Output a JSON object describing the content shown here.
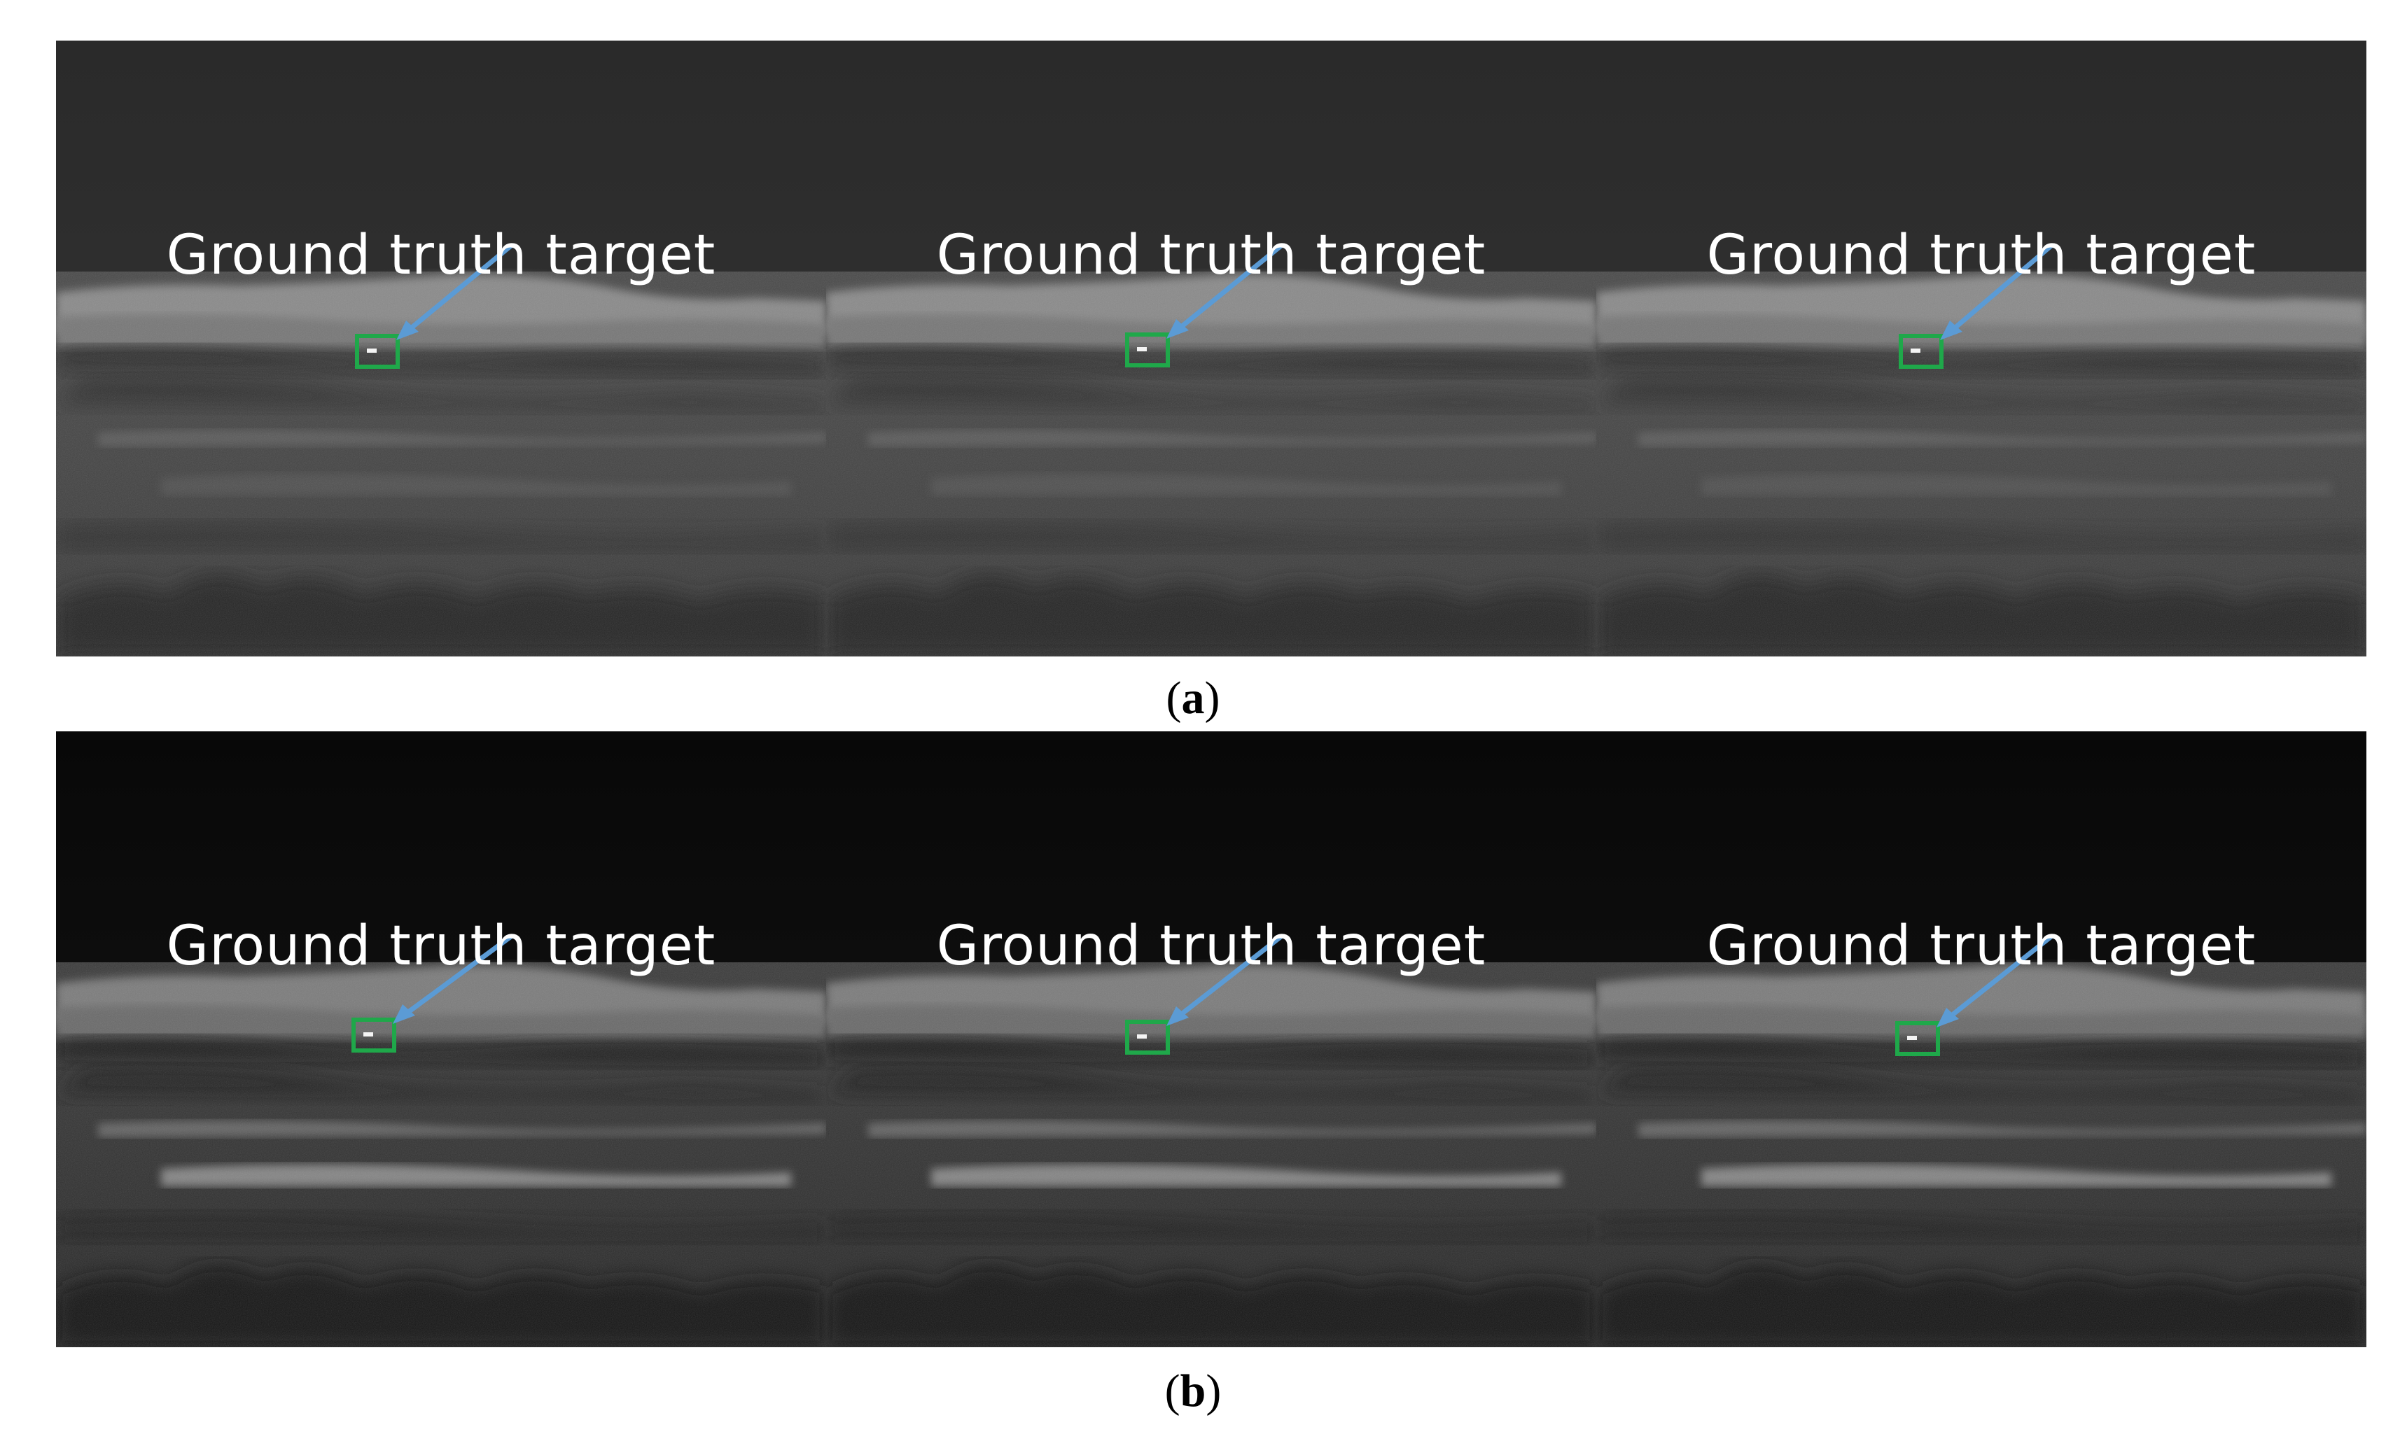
{
  "figure": {
    "rows": [
      {
        "id": "a",
        "caption_open": "(",
        "caption_letter": "a",
        "caption_close": ")",
        "panels": [
          {
            "label": "Ground truth target"
          },
          {
            "label": "Ground truth target"
          },
          {
            "label": "Ground truth target"
          }
        ]
      },
      {
        "id": "b",
        "caption_open": "(",
        "caption_letter": "b",
        "caption_close": ")",
        "panels": [
          {
            "label": "Ground truth target"
          },
          {
            "label": "Ground truth target"
          },
          {
            "label": "Ground truth target"
          }
        ]
      }
    ]
  },
  "colors": {
    "box": "#1fa84a",
    "arrow": "#5b9bd5",
    "label": "#ffffff",
    "sky_a": "#2e2e2e",
    "sky_b": "#0d0d0d"
  },
  "icons": {
    "arrow": "arrow-icon",
    "target_box": "bounding-box-icon"
  }
}
